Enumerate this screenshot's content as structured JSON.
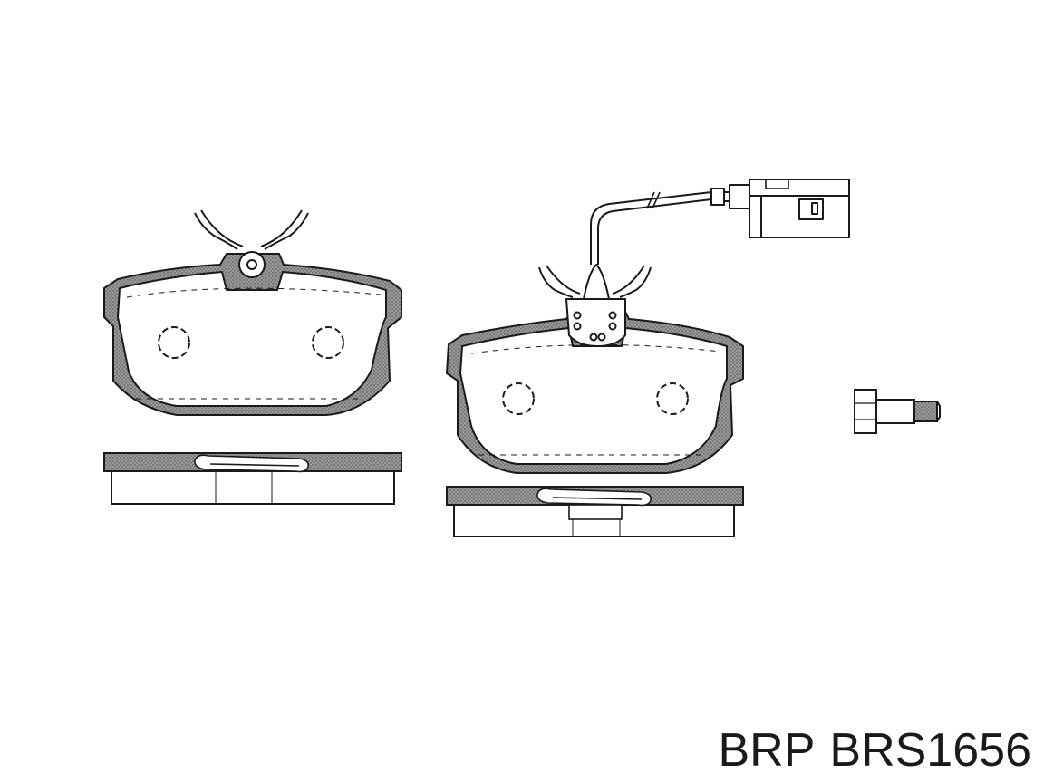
{
  "caption": {
    "brand": "BRP",
    "part_number": "BRS1656"
  },
  "colors": {
    "line": "#1a1a1a",
    "friction_fill": "#8c8c8c",
    "background": "#ffffff"
  },
  "icons": [
    "brake-pad-front-view",
    "brake-pad-with-wear-sensor-front-view",
    "brake-pad-side-view",
    "wear-sensor-connector",
    "mounting-bolt"
  ]
}
